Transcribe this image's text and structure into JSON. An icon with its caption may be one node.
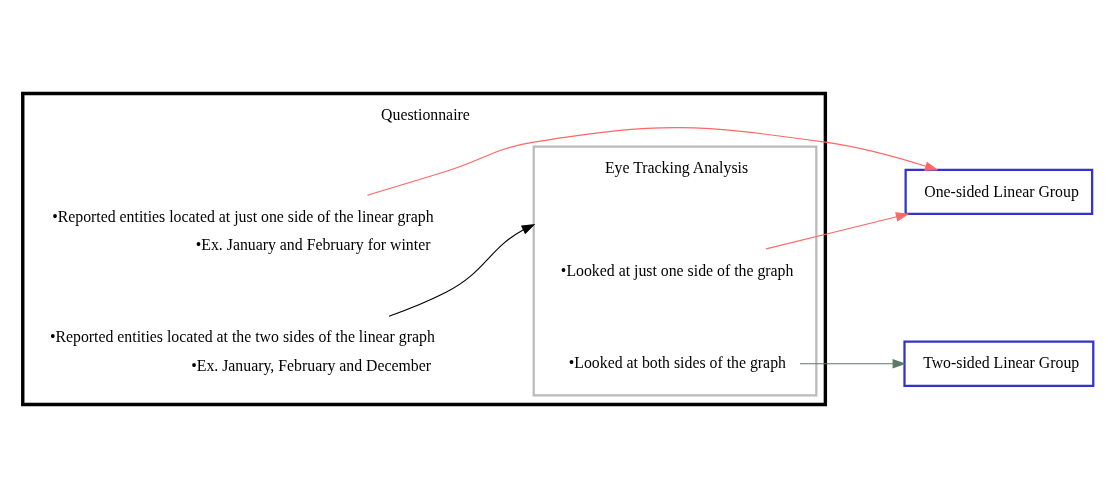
{
  "diagram": {
    "nodes": [
      {
        "text": [
          "Questionnaire"
        ]
      },
      {
        "text": [
          "•Reported entities located at just one side of the linear graph",
          "•Ex. January and February for winter"
        ],
        "in": 0
      },
      {
        "text": [
          "•Reported entities located at the two sides of the linear graph",
          "•Ex. January, February and December"
        ],
        "in": 0
      },
      {
        "text": [
          "Eye Tracking Analysis"
        ],
        "in": 0
      },
      {
        "text": [
          "•Looked at just one side of the graph"
        ],
        "in": 3
      },
      {
        "text": [
          "•Looked at both sides of the graph"
        ],
        "in": 3
      },
      {
        "text": [
          "One-sided Linear Group"
        ]
      },
      {
        "text": [
          "Two-sided Linear Group"
        ]
      }
    ],
    "edges": [
      {
        "from": 1,
        "to": 6,
        "arrow": "to",
        "color": "#ff6666"
      },
      {
        "from": 2,
        "to": 3,
        "arrow": "to",
        "color": "#000000"
      },
      {
        "from": 4,
        "to": 6,
        "arrow": "to",
        "color": "#ff6666"
      },
      {
        "from": 5,
        "to": 7,
        "arrow": "to",
        "color": "#5a7a64"
      }
    ]
  }
}
